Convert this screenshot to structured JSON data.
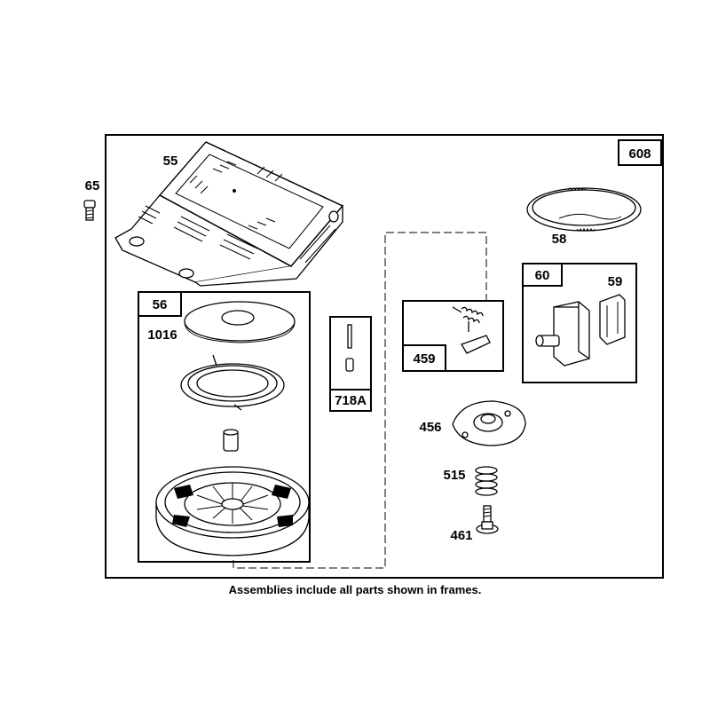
{
  "callouts": {
    "c55": "55",
    "c65": "65",
    "c608": "608",
    "c58": "58",
    "c56": "56",
    "c1016": "1016",
    "c60": "60",
    "c59": "59",
    "c459": "459",
    "c718a": "718A",
    "c456": "456",
    "c515": "515",
    "c461": "461"
  },
  "caption": "Assemblies include all parts shown in frames."
}
